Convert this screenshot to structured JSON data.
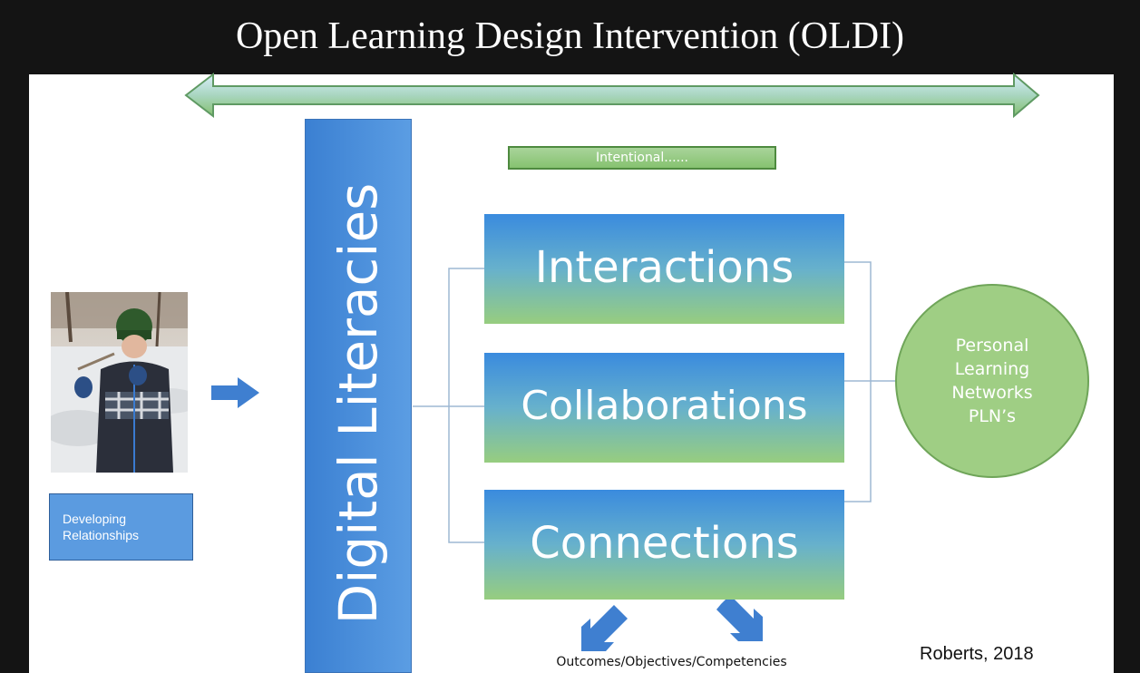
{
  "slide": {
    "title": "Open Learning Design Intervention (OLDI)",
    "intentional_label": "Intentional......",
    "digital_literacies_label": "Digital Literacies",
    "boxes": [
      {
        "label": "Interactions"
      },
      {
        "label": "Collaborations"
      },
      {
        "label": "Connections"
      }
    ],
    "pln_lines": [
      "Personal",
      "Learning",
      "Networks",
      "PLN’s"
    ],
    "developing_lines": [
      "Developing",
      "Relationships"
    ],
    "outcomes_label": "Outcomes/Objectives/Competencies",
    "citation": "Roberts, 2018",
    "photo_icon": "child-in-snow-photo-icon"
  },
  "colors": {
    "frame": "#141414",
    "blue_bar": "#4a8fdc",
    "arrow_blue": "#3f7fd0",
    "green": "#9fce84",
    "white": "#ffffff"
  }
}
